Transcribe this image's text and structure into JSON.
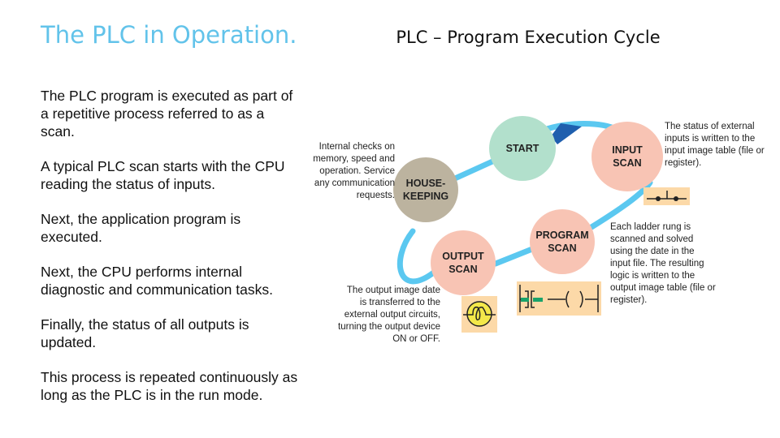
{
  "slide_title": "The PLC in Operation.",
  "diagram_title": "PLC – Program Execution Cycle",
  "paragraphs": [
    "The PLC program is executed as part of a repetitive process referred to as a scan.",
    "A typical PLC scan starts with the CPU reading the status of inputs.",
    "Next, the application program is executed.",
    "Next, the CPU performs internal diagnostic and communication tasks.",
    "Finally, the status of all outputs is updated.",
    "This process is repeated continuously as long as the PLC is in the run mode."
  ],
  "nodes": {
    "start": "START",
    "input": "INPUT\nSCAN",
    "program": "PROGRAM\nSCAN",
    "output": "OUTPUT\nSCAN",
    "housekeeping": "HOUSE-\nKEEPING"
  },
  "notes": {
    "input": "The status of external inputs is written to the input image table (file or register).",
    "program": "Each ladder rung is scanned and solved using the date in the input file. The resulting logic is written to the output image table (file or register).",
    "output": "The output image date is transferred to the external output circuits, turning the output device ON or OFF.",
    "housekeeping": "Internal checks on memory, speed and operation. Service any communication requests."
  },
  "colors": {
    "loop": "#5bc8f0",
    "arrow": "#1f5fae",
    "start": "#b2e0cc",
    "scan": "#f8c4b4",
    "housekeeping": "#bcb39f",
    "title": "#62c3ea"
  }
}
